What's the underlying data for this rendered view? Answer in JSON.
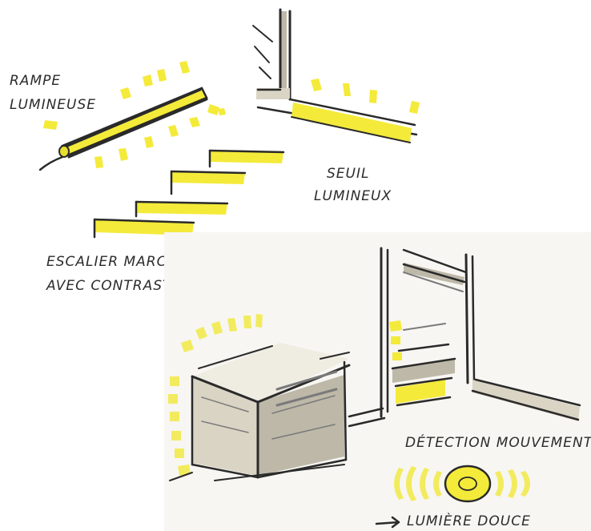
{
  "labels": {
    "rampe_line1": "RAMPE",
    "rampe_line2": "LUMINEUSE",
    "seuil_line1": "SEUIL",
    "seuil_line2": "LUMINEUX",
    "escalier_line1": "ESCALIER MARCHE",
    "escalier_line2": "AVEC CONTRASTE",
    "detection": "DÉTECTION MOUVEMENT",
    "lumiere": "LUMIÈRE DOUCE"
  },
  "colors": {
    "light_yellow": "#f4ea3a",
    "ink": "#2a2a2a",
    "grey_marker": "#d9d4c4"
  }
}
